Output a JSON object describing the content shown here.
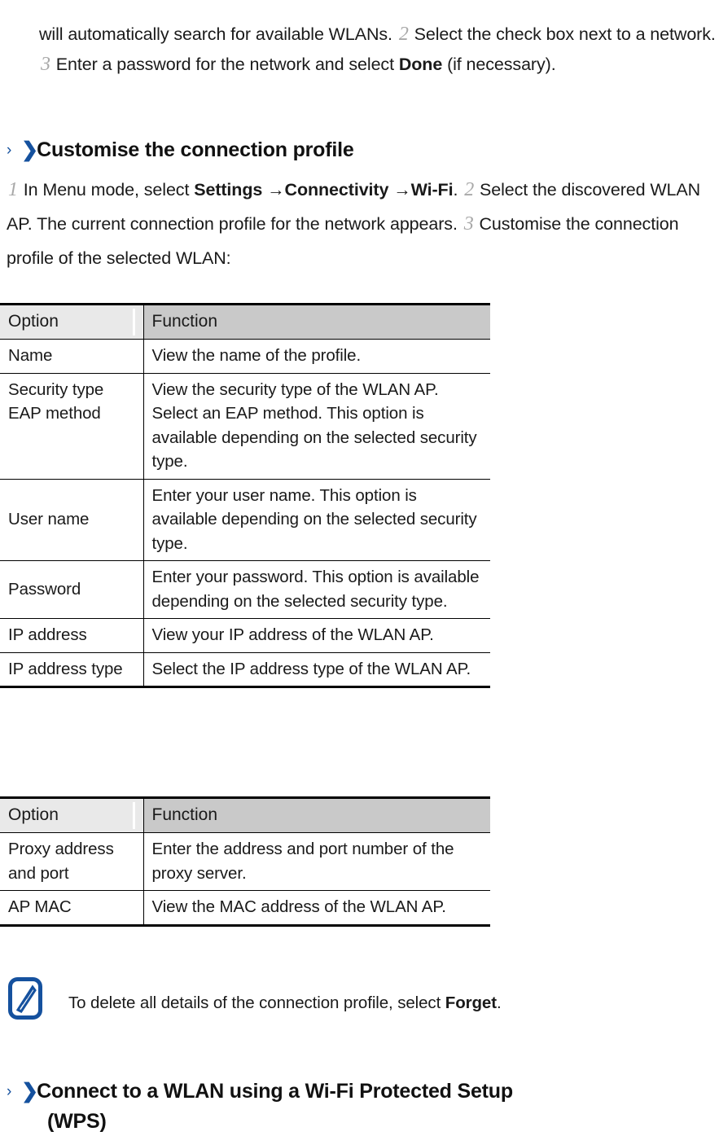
{
  "document": {
    "intro_paragraph": {
      "text_1": "will automatically search for available WLANs.",
      "step_2": "2",
      "text_2": "Select the check box next to a network.",
      "step_3": "3",
      "text_3": "Enter a password for the network and select",
      "bold_done": "Done",
      "text_4": "(if necessary)."
    },
    "section_customise": {
      "chevron_small": "›",
      "chevron_bold": "❯",
      "title": "Customise the connection profile",
      "body": {
        "step_1": "1",
        "text_1": "In Menu mode, select",
        "bold_settings": "Settings",
        "arrow_1": "→",
        "bold_connectivity": "Connectivity",
        "arrow_2": "→",
        "bold_wifi": "Wi-Fi",
        "text_2": ".",
        "step_2": "2",
        "text_3": "Select the discovered WLAN AP. The current connection profile for the network appears.",
        "step_3": "3",
        "text_4": "Customise the connection profile of the selected WLAN:"
      }
    },
    "table_one": {
      "headers": [
        "Option",
        "Function"
      ],
      "rows": [
        {
          "option": "Name",
          "function": "View the name of the profile.",
          "option_valign": "top"
        },
        {
          "option": "Security type EAP method",
          "function": "View the security type of the WLAN AP. Select an EAP method. This option is available depending on the selected security type.",
          "option_valign": "top"
        },
        {
          "option": "User name",
          "function": "Enter your user name. This option is available depending on the selected security type.",
          "option_valign": "middle"
        },
        {
          "option": "Password",
          "function": "Enter your password. This option is available depending on the selected security type.",
          "option_valign": "middle"
        },
        {
          "option": "IP address",
          "function": "View your IP address of the WLAN AP.",
          "option_valign": "middle"
        },
        {
          "option": "IP address type",
          "function": "Select the IP address type of the WLAN AP.",
          "option_valign": "top"
        }
      ]
    },
    "table_two": {
      "headers": [
        "Option",
        "Function"
      ],
      "rows": [
        {
          "option": "Proxy address and port",
          "function": "Enter the address and port number of the proxy server.",
          "option_valign": "top"
        },
        {
          "option": "AP MAC",
          "function": "View the MAC address of the WLAN AP.",
          "option_valign": "middle"
        }
      ]
    },
    "note": {
      "icon": "note-pen-icon",
      "text_before": "To delete all details of the connection profile, select",
      "bold_term": "Forget",
      "text_after": "."
    },
    "section_wps": {
      "chevron_small": "›",
      "chevron_bold": "❯",
      "title_line_1": "Connect to a WLAN using a Wi-Fi Protected Setup",
      "title_line_2": "(WPS)"
    },
    "colors": {
      "accent_blue": "#15519e",
      "header_option_bg": "#e9e9e9",
      "header_function_bg": "#c9c9c9",
      "rule": "#000000",
      "step_number": "#a8a8a8",
      "text": "#1a1a1a"
    }
  }
}
